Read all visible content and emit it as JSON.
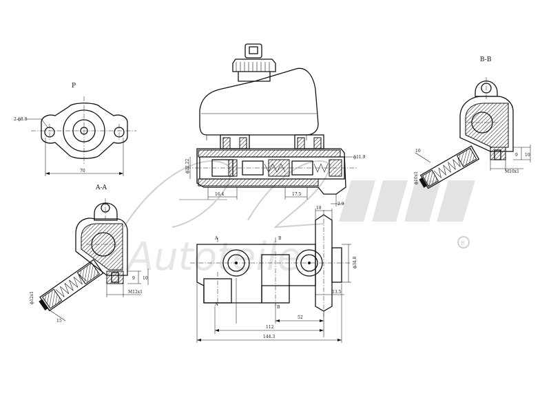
{
  "views": {
    "p": "P",
    "a_a": "A-A",
    "b_b": "B-B"
  },
  "dims": {
    "holes": "2-ϕ8.8",
    "width_70": "70",
    "bore_dia": "ϕ22.22",
    "port_dia": "ϕ11.9",
    "d_16_4": "16.4",
    "d_17_5": "17.5",
    "d_18": "18",
    "d_2_9": "2.9",
    "side_dia": "ϕ34.8",
    "d_13_5": "13.5",
    "d_112": "112",
    "d_52": "52",
    "d_144_3": "144.3",
    "aa_9": "9",
    "aa_10": "10",
    "aa_thread": "M12x1",
    "aa_dia": "ϕ12x1",
    "aa_15": "15",
    "bb_10a": "10",
    "bb_9": "9",
    "bb_10b": "10",
    "bb_thread": "M10x1",
    "bb_dia": "ϕ10x1"
  },
  "section_marks": {
    "a": "A",
    "b": "B"
  },
  "watermark": {
    "brand_script": "A.L",
    "brand_text": "Autoteile",
    "registered": "R"
  }
}
